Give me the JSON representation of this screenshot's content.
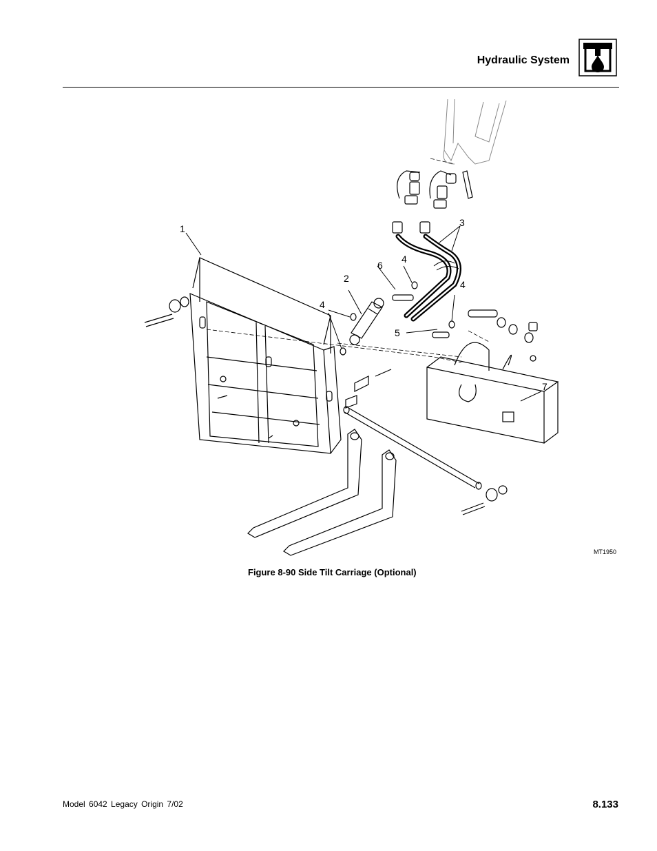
{
  "header": {
    "section_title": "Hydraulic System",
    "section_icon": "hydraulic-drop-icon"
  },
  "figure": {
    "id_label": "MT1950",
    "caption": "Figure 8-90  Side Tilt Carriage (Optional)",
    "callouts": {
      "c1": "1",
      "c2": "2",
      "c3": "3",
      "c4a": "4",
      "c4b": "4",
      "c4c": "4",
      "c5": "5",
      "c6": "6",
      "c7": "7"
    }
  },
  "footer": {
    "left_text": "Model 6042 Legacy   Origin 7/02",
    "page_number": "8.133"
  }
}
